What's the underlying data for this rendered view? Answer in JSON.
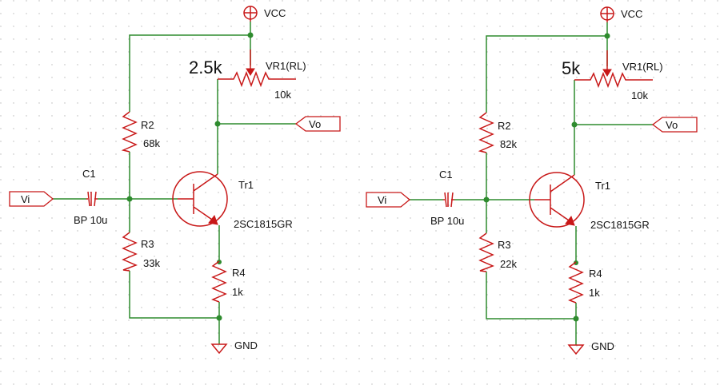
{
  "schematics": [
    {
      "vcc_label": "VCC",
      "gnd_label": "GND",
      "rl_setting": "2.5k",
      "vr1_name": "VR1(RL)",
      "vr1_value": "10k",
      "vo_label": "Vo",
      "vi_label": "Vi",
      "r2_name": "R2",
      "r2_value": "68k",
      "r3_name": "R3",
      "r3_value": "33k",
      "r4_name": "R4",
      "r4_value": "1k",
      "c1_name": "C1",
      "c1_value": "BP 10u",
      "tr_name": "Tr1",
      "tr_part": "2SC1815GR"
    },
    {
      "vcc_label": "VCC",
      "gnd_label": "GND",
      "rl_setting": "5k",
      "vr1_name": "VR1(RL)",
      "vr1_value": "10k",
      "vo_label": "Vo",
      "vi_label": "Vi",
      "r2_name": "R2",
      "r2_value": "82k",
      "r3_name": "R3",
      "r3_value": "22k",
      "r4_name": "R4",
      "r4_value": "1k",
      "c1_name": "C1",
      "c1_value": "BP 10u",
      "tr_name": "Tr1",
      "tr_part": "2SC1815GR"
    }
  ]
}
